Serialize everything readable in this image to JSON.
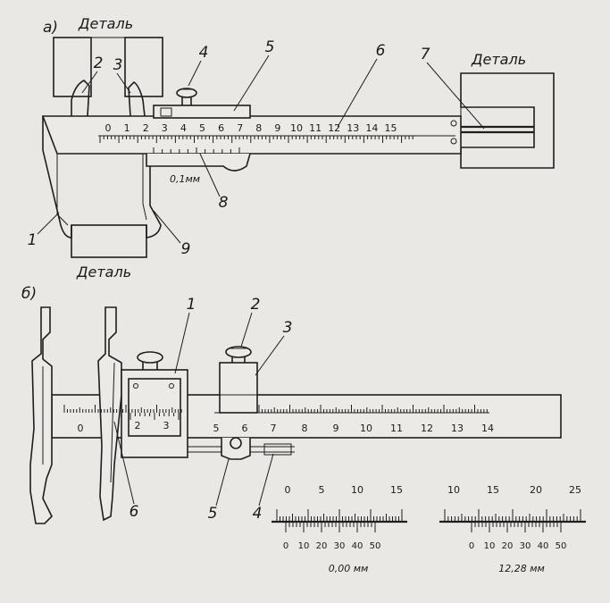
{
  "part_a": {
    "panel_label": "а)",
    "part_label_top": "Деталь",
    "part_label_right": "Деталь",
    "part_label_bottom": "Деталь",
    "callouts": [
      "1",
      "2",
      "3",
      "4",
      "5",
      "6",
      "7",
      "8",
      "9"
    ],
    "main_scale_numbers": [
      "0",
      "1",
      "2",
      "3",
      "4",
      "5",
      "6",
      "7",
      "8",
      "9",
      "10",
      "11",
      "12",
      "13",
      "14",
      "15"
    ],
    "resolution_label": "0,1мм"
  },
  "part_b": {
    "panel_label": "б)",
    "callouts": [
      "1",
      "2",
      "3",
      "4",
      "5",
      "6"
    ],
    "vernier_window_numbers": [
      "2",
      "3"
    ],
    "main_scale_numbers": [
      "0",
      "5",
      "6",
      "7",
      "8",
      "9",
      "10",
      "11",
      "12",
      "13",
      "14"
    ]
  },
  "reading_examples": [
    {
      "top_numbers": [
        "0",
        "5",
        "10",
        "15"
      ],
      "bottom_numbers": [
        "0",
        "10",
        "20",
        "30",
        "40",
        "50"
      ],
      "reading": "0,00 мм"
    },
    {
      "top_numbers": [
        "10",
        "15",
        "20",
        "25"
      ],
      "bottom_numbers": [
        "0",
        "10",
        "20",
        "30",
        "40",
        "50"
      ],
      "reading": "12,28 мм"
    }
  ]
}
